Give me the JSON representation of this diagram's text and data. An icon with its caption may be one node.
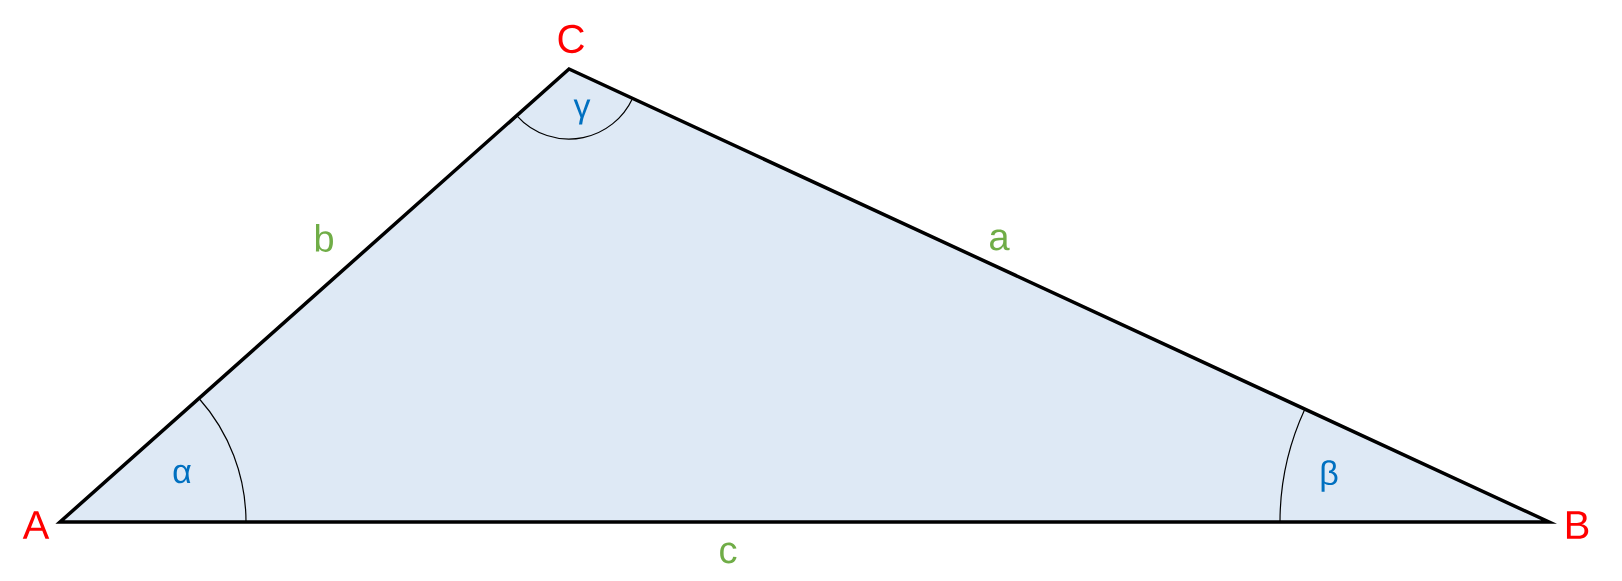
{
  "diagram": {
    "labels": [
      "C",
      "γ",
      "b",
      "a",
      "α",
      "β",
      "A",
      "B",
      "c"
    ]
  }
}
